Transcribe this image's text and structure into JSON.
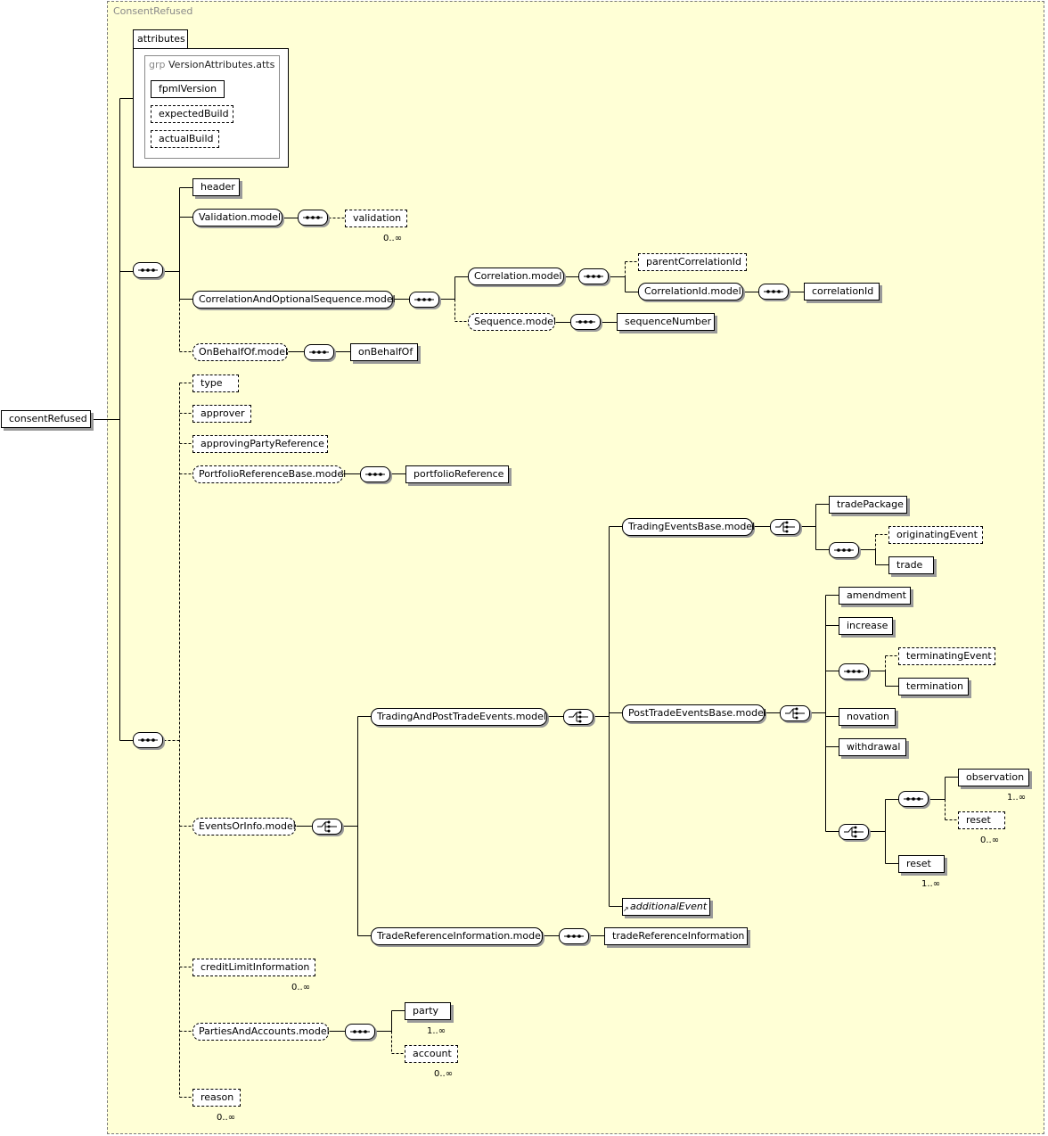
{
  "frame_title": "ConsentRefused",
  "attributes_label": "attributes",
  "group_keyword": "grp",
  "group_name": "VersionAttributes.atts",
  "attributes": [
    "fpmlVersion",
    "expectedBuild",
    "actualBuild"
  ],
  "root": "consentRefused",
  "elements": {
    "header": "header",
    "validation": "validation",
    "parentCorrelationId": "parentCorrelationId",
    "correlationId": "correlationId",
    "sequenceNumber": "sequenceNumber",
    "onBehalfOf": "onBehalfOf",
    "type": "type",
    "approver": "approver",
    "approvingPartyReference": "approvingPartyReference",
    "portfolioReference": "portfolioReference",
    "tradePackage": "tradePackage",
    "originatingEvent": "originatingEvent",
    "trade": "trade",
    "amendment": "amendment",
    "increase": "increase",
    "terminatingEvent": "terminatingEvent",
    "termination": "termination",
    "novation": "novation",
    "withdrawal": "withdrawal",
    "observation": "observation",
    "reset1": "reset",
    "reset2": "reset",
    "additionalEvent": "additionalEvent",
    "tradeReferenceInformation": "tradeReferenceInformation",
    "creditLimitInformation": "creditLimitInformation",
    "party": "party",
    "account": "account",
    "reason": "reason"
  },
  "groups": {
    "validationModel": "Validation.model",
    "correlationAndOptionalSequenceModel": "CorrelationAndOptionalSequence.model",
    "correlationModel": "Correlation.model",
    "correlationIdModel": "CorrelationId.model",
    "sequenceModel": "Sequence.model",
    "onBehalfOfModel": "OnBehalfOf.model",
    "portfolioReferenceBaseModel": "PortfolioReferenceBase.model",
    "tradingEventsBaseModel": "TradingEventsBase.model",
    "postTradeEventsBaseModel": "PostTradeEventsBase.model",
    "tradingAndPostTradeEventsModel": "TradingAndPostTradeEvents.model",
    "eventsOrInfoModel": "EventsOrInfo.model",
    "tradeReferenceInformationModel": "TradeReferenceInformation.model",
    "partiesAndAccountsModel": "PartiesAndAccounts.model"
  },
  "cardinalities": {
    "validation": "0..∞",
    "observation": "1..∞",
    "reset1": "0..∞",
    "reset2": "1..∞",
    "creditLimitInformation": "0..∞",
    "party": "1..∞",
    "account": "0..∞",
    "reason": "0..∞"
  }
}
